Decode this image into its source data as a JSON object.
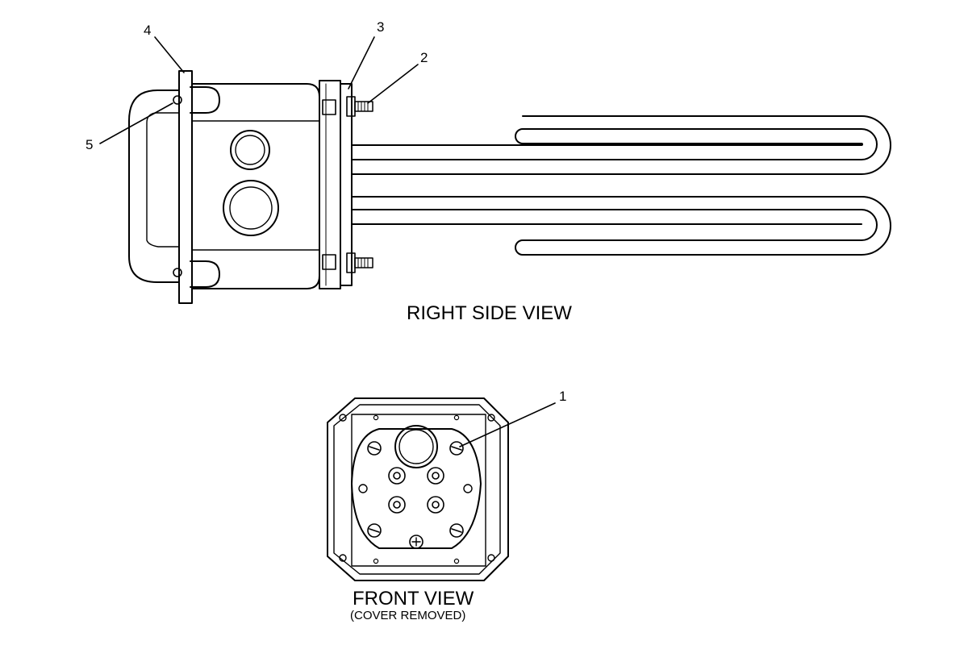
{
  "titles": {
    "side_view": "RIGHT SIDE VIEW",
    "front_view": "FRONT VIEW",
    "front_view_note": "(COVER REMOVED)"
  },
  "callouts": [
    "1",
    "2",
    "3",
    "4",
    "5"
  ],
  "colors": {
    "line": "#000000",
    "background": "#ffffff"
  }
}
